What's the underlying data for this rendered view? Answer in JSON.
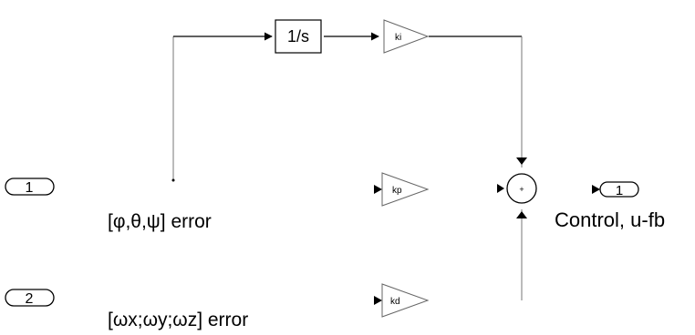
{
  "blocks": {
    "integrator": "1/s",
    "gain_ki": "ki",
    "gain_kp": "kp",
    "gain_kd": "kd",
    "sum_sign": "+"
  },
  "inports": [
    {
      "number": "1",
      "label": "[φ,θ,ψ] error"
    },
    {
      "number": "2",
      "label": "[ωx;ωy;ωz] error"
    }
  ],
  "outport": {
    "number": "1",
    "label": "Control, u-fb"
  }
}
